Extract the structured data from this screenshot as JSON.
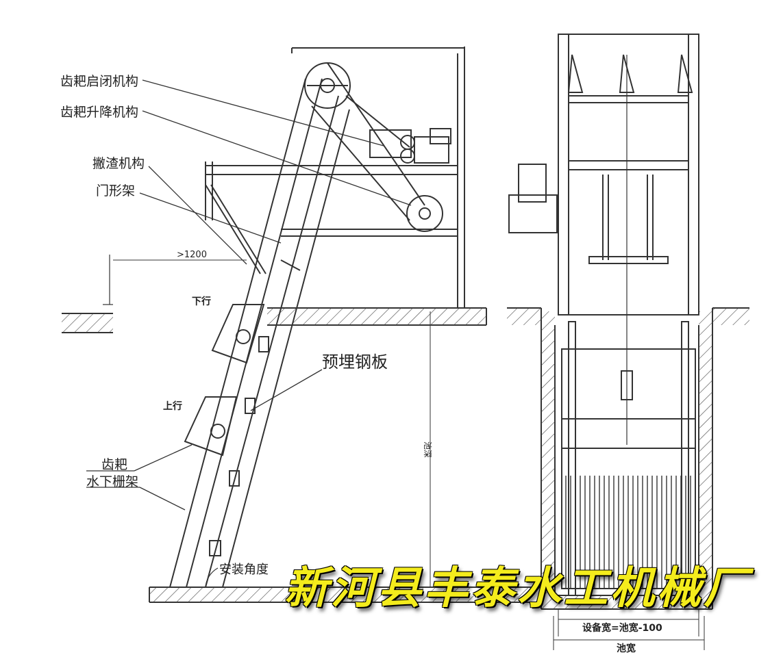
{
  "labels": {
    "rake_open_close": "齿耙启闭机构",
    "rake_lift": "齿耙升降机构",
    "scraper": "撇渣机构",
    "gantry": "门形架",
    "embedded_plate": "预埋钢板",
    "rake": "齿耙",
    "underwater_frame": "水下栅架",
    "install_angle": "安装角度",
    "downward": "下行",
    "upward": "上行",
    "dim_1200": ">1200",
    "depth": "池深",
    "equipment_width": "设备宽=池宽-100",
    "pool_width": "池宽"
  },
  "watermark": "新河县丰泰水工机械厂",
  "colors": {
    "line": "#333333",
    "watermark": "#f4ec1c"
  }
}
